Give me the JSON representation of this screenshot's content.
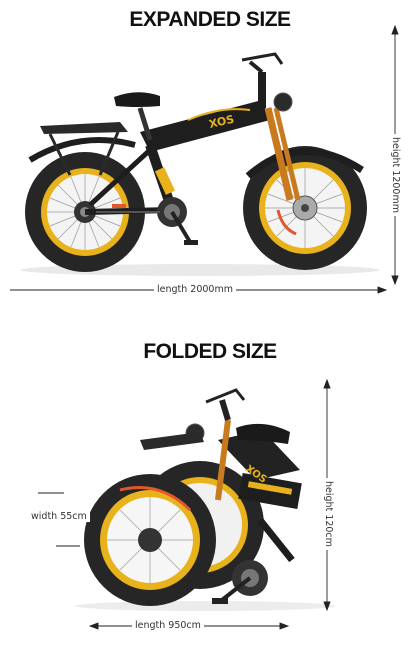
{
  "expanded": {
    "title": "EXPANDED SIZE",
    "length_label": "length 2000mm",
    "height_label": "height 1200mm",
    "brand": "XOS"
  },
  "folded": {
    "title": "FOLDED SIZE",
    "length_label": "length 950cm",
    "height_label": "height 120cm",
    "width_label": "width 55cm",
    "brand": "XOS"
  },
  "colors": {
    "rim_yellow": "#e8b21c",
    "frame_black": "#1e1e1e",
    "fork_orange": "#c97a1e",
    "tire": "#262626"
  }
}
